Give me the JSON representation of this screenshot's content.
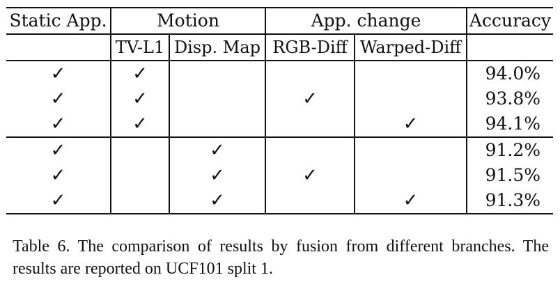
{
  "table": {
    "headers": {
      "static_app": "Static App.",
      "motion": "Motion",
      "app_change": "App. change",
      "accuracy": "Accuracy"
    },
    "subheaders": {
      "tvl1": "TV-L1",
      "disp_map": "Disp. Map",
      "rgb_diff": "RGB-Diff",
      "warped_diff": "Warped-Diff"
    },
    "check_symbol": "✓",
    "rows": [
      {
        "static": true,
        "tvl1": true,
        "disp": false,
        "rgb": false,
        "warped": false,
        "accuracy": "94.0%"
      },
      {
        "static": true,
        "tvl1": true,
        "disp": false,
        "rgb": true,
        "warped": false,
        "accuracy": "93.8%"
      },
      {
        "static": true,
        "tvl1": true,
        "disp": false,
        "rgb": false,
        "warped": true,
        "accuracy": "94.1%"
      },
      {
        "static": true,
        "tvl1": false,
        "disp": true,
        "rgb": false,
        "warped": false,
        "accuracy": "91.2%"
      },
      {
        "static": true,
        "tvl1": false,
        "disp": true,
        "rgb": true,
        "warped": false,
        "accuracy": "91.5%"
      },
      {
        "static": true,
        "tvl1": false,
        "disp": true,
        "rgb": false,
        "warped": true,
        "accuracy": "91.3%"
      }
    ]
  },
  "caption": "Table 6. The comparison of results by fusion from different branches. The results are reported on UCF101 split 1."
}
